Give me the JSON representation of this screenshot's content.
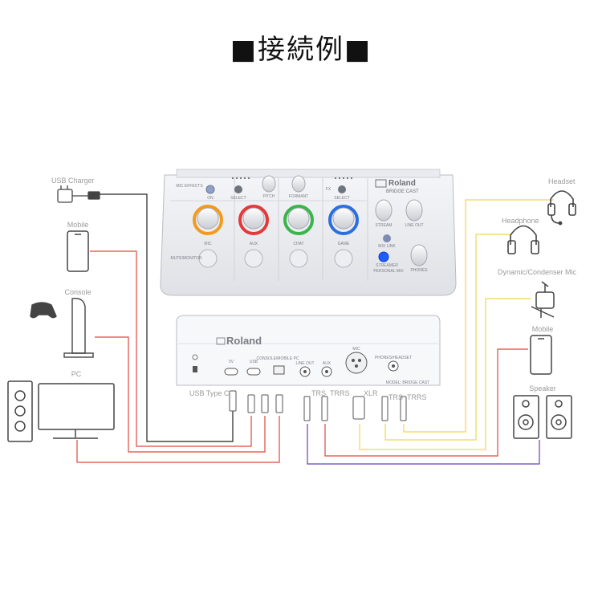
{
  "title": "■接続例■",
  "devices_left": {
    "usb_charger": "USB Charger",
    "mobile": "Mobile",
    "console": "Console",
    "pc": "PC"
  },
  "devices_right": {
    "headset": "Headset",
    "headphone": "Headphone",
    "mic": "Dynamic/Condenser Mic",
    "mobile": "Mobile",
    "speaker": "Speaker"
  },
  "cable_labels": {
    "usb_type_c": "USB Type C",
    "trs1": "TRS",
    "trrs1": "TRRS",
    "xlr": "XLR",
    "trs2": "TRS",
    "trrs2": "TRRS"
  },
  "top_panel": {
    "brand": "Roland",
    "model": "BRIDGE CAST",
    "mic_effects": "MIC EFFECTS",
    "on": "ON",
    "select1": "SELECT",
    "pitch": "PITCH",
    "formant": "FORMANT",
    "fx": "FX",
    "select2": "SELECT",
    "mic": "MIC",
    "aux": "AUX",
    "chat": "CHAT",
    "game": "GAME",
    "mute_monitor": "MUTE/MONITOR",
    "stream": "STREAM",
    "line_out": "LINE OUT",
    "mix_link": "MIX LINK",
    "streamer": "STREAMER",
    "personal_mix": "PERSONAL MIX",
    "phones": "PHONES"
  },
  "rear_panel": {
    "brand": "Roland",
    "mic": "MIC",
    "power": "5V",
    "usb": "USB",
    "switch": "CONSOLE/MOBILE  PC",
    "line_out": "LINE OUT",
    "aux": "AUX",
    "phones": "PHONES/HEADSET",
    "model": "MODEL: BRIDGE CAST"
  },
  "colors": {
    "usb_cable": "#222222",
    "mobile_cable": "#e0483c",
    "console_cable": "#e0483c",
    "pc_cable": "#e0483c",
    "line_out_cable": "#6a3fb5",
    "aux_cable": "#e0483c",
    "yellow_cables": "#f2d54e",
    "speaker_cable": "#6a3fb5",
    "ring_mic": "#f39a1c",
    "ring_aux": "#e53838",
    "ring_chat": "#39b54a",
    "ring_game": "#2a6fe0"
  }
}
